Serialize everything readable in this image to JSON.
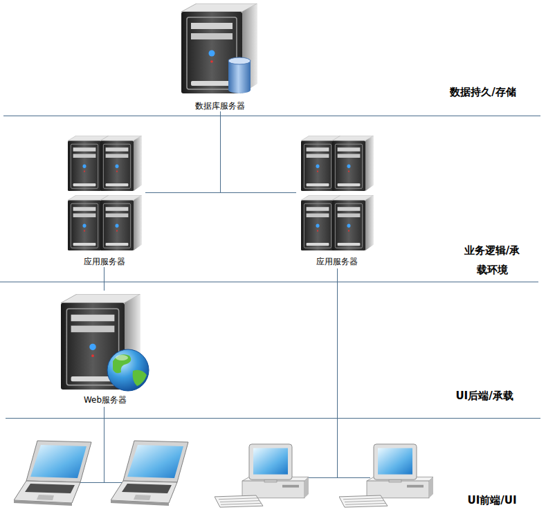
{
  "diagram": {
    "nodes": [
      {
        "text": [
          "数据库服务器"
        ]
      },
      {
        "text": [
          "应用服务器"
        ]
      },
      {
        "text": [
          "应用服务器"
        ]
      },
      {
        "text": [
          "Web服务器"
        ]
      }
    ],
    "edges": [
      {
        "from": 0,
        "to": 1,
        "arrow": "none"
      },
      {
        "from": 0,
        "to": 2,
        "arrow": "none"
      },
      {
        "from": 1,
        "to": 3,
        "arrow": "none"
      }
    ],
    "labels": [
      "数据持久/存储",
      "业务逻辑/承载环境",
      "UI后端/承载",
      "UI前端/UI"
    ]
  }
}
